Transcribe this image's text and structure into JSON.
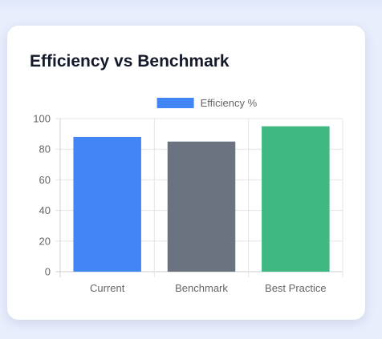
{
  "card": {
    "title": "Efficiency vs Benchmark"
  },
  "chart_data": {
    "type": "bar",
    "categories": [
      "Current",
      "Benchmark",
      "Best Practice"
    ],
    "series": [
      {
        "name": "Efficiency %",
        "values": [
          88,
          85,
          95
        ],
        "colors": [
          "#4285f4",
          "#6b7280",
          "#3fb881"
        ]
      }
    ],
    "ylim": [
      0,
      100
    ],
    "yticks": [
      0,
      20,
      40,
      60,
      80,
      100
    ],
    "grid": true,
    "legend": "top",
    "legend_color": "#4285f4",
    "axis_label_color": "#666666",
    "grid_color": "#e5e5e5"
  }
}
